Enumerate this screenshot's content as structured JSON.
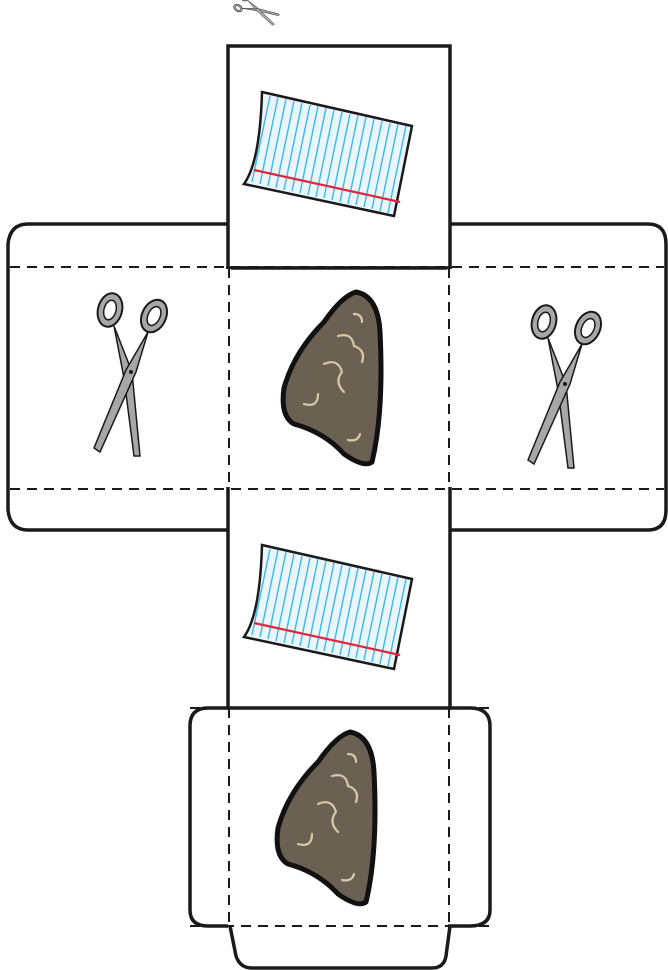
{
  "template": {
    "faces": [
      {
        "id": "top",
        "picture": "paper-icon"
      },
      {
        "id": "left",
        "picture": "scissors-icon"
      },
      {
        "id": "center",
        "picture": "rock-icon"
      },
      {
        "id": "right",
        "picture": "scissors-icon"
      },
      {
        "id": "lower-middle",
        "picture": "paper-icon"
      },
      {
        "id": "bottom",
        "picture": "rock-icon"
      }
    ],
    "cut_marker": "scissors-icon"
  },
  "colors": {
    "outline": "#1a1a1a",
    "rock_fill": "#6b6152",
    "rock_highlight": "#d7c9a8",
    "paper_lines": "#3fb7e6",
    "paper_margin": "#e0253a",
    "scissors_fill": "#a7a7a7"
  }
}
